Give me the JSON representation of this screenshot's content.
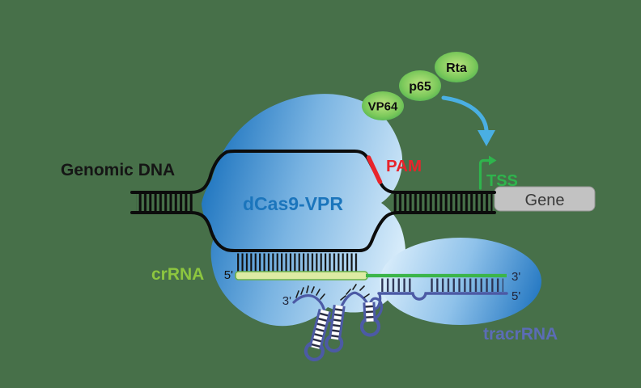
{
  "diagram": {
    "background_color": "#477049",
    "protein": {
      "label": "dCas9-VPR",
      "label_color": "#1b75bc",
      "body_color_dark": "#1d74bf",
      "body_color_light": "#d9edfb"
    },
    "genomic_dna": {
      "label": "Genomic DNA",
      "strand_color": "#0c0c0c"
    },
    "pam": {
      "label": "PAM",
      "color": "#e8242b"
    },
    "tss": {
      "label": "TSS",
      "color": "#2fb44d"
    },
    "gene": {
      "label": "Gene",
      "box_fill": "#c2c2c2",
      "text_color": "#3a3a3a"
    },
    "activation_domains": [
      {
        "label": "VP64"
      },
      {
        "label": "p65"
      },
      {
        "label": "Rta"
      }
    ],
    "activation_domain_colors": {
      "center": "#bce47f",
      "edge": "#33a44b"
    },
    "activation_arrow_color": "#4aafe2",
    "crrna": {
      "label": "crRNA",
      "label_color": "#8dc63f",
      "line_color": "#3bb54a",
      "spacer_fill": "#ddeba3",
      "five_prime": "5'",
      "three_prime": "3'"
    },
    "tracrrna": {
      "label": "tracrRNA",
      "label_color": "#5b6cb5",
      "line_color": "#4c5aa5",
      "three_prime": "3'",
      "five_prime": "5'"
    }
  }
}
